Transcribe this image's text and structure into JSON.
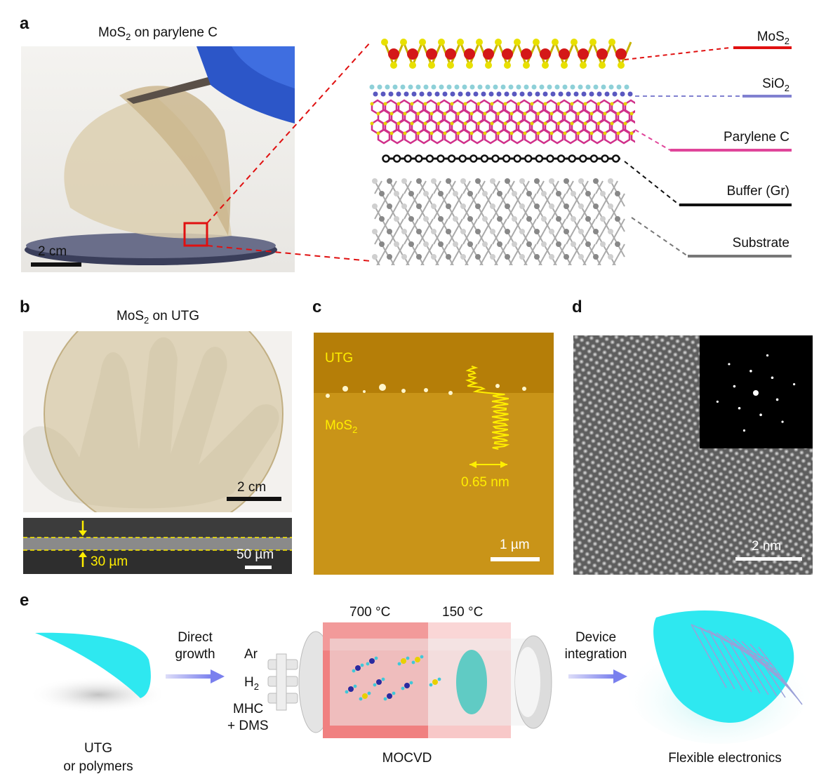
{
  "panels": {
    "a": {
      "label": "a",
      "title_main": "MoS",
      "title_sub": "2",
      "title_rest": " on parylene C",
      "scalebar": "2 cm",
      "layers": [
        {
          "main": "MoS",
          "sub": "2",
          "color": "#e01010"
        },
        {
          "main": "SiO",
          "sub": "2",
          "color": "#8080d0"
        },
        {
          "main": "Parylene C",
          "sub": "",
          "color": "#e0459a"
        },
        {
          "main": "Buffer (Gr)",
          "sub": "",
          "color": "#111111"
        },
        {
          "main": "Substrate",
          "sub": "",
          "color": "#777777"
        }
      ]
    },
    "b": {
      "label": "b",
      "title_main": "MoS",
      "title_sub": "2",
      "title_rest": " on UTG",
      "scalebar": "2 cm",
      "thickness": "30 µm",
      "sem_scalebar": "50 µm"
    },
    "c": {
      "label": "c",
      "region_top": "UTG",
      "region_bottom_main": "MoS",
      "region_bottom_sub": "2",
      "step_height": "0.65 nm",
      "scalebar": "1 µm"
    },
    "d": {
      "label": "d",
      "scalebar": "2 nm"
    },
    "e": {
      "label": "e",
      "substrate_label_1": "UTG",
      "substrate_label_2": "or polymers",
      "arrow1_line1": "Direct",
      "arrow1_line2": "growth",
      "gas_ar": "Ar",
      "gas_h2_main": "H",
      "gas_h2_sub": "2",
      "gas_mhc": "MHC",
      "gas_dms": "+ DMS",
      "temp_hot": "700 °C",
      "temp_cold": "150 °C",
      "furnace_label": "MOCVD",
      "arrow2_line1": "Device",
      "arrow2_line2": "integration",
      "result_label": "Flexible electronics"
    }
  },
  "colors": {
    "mos2_line": "#e01010",
    "sio2_line": "#8080d0",
    "parylene_line": "#e0459a",
    "buffer_line": "#111111",
    "substrate_line": "#777777",
    "afm_bg": "#c08a10",
    "afm_text": "#ffee00",
    "cyan": "#2ee8f0",
    "arrow": "#8a8ef0",
    "furnace_hot": "#f08080",
    "furnace_cold": "#f8c8c8"
  }
}
